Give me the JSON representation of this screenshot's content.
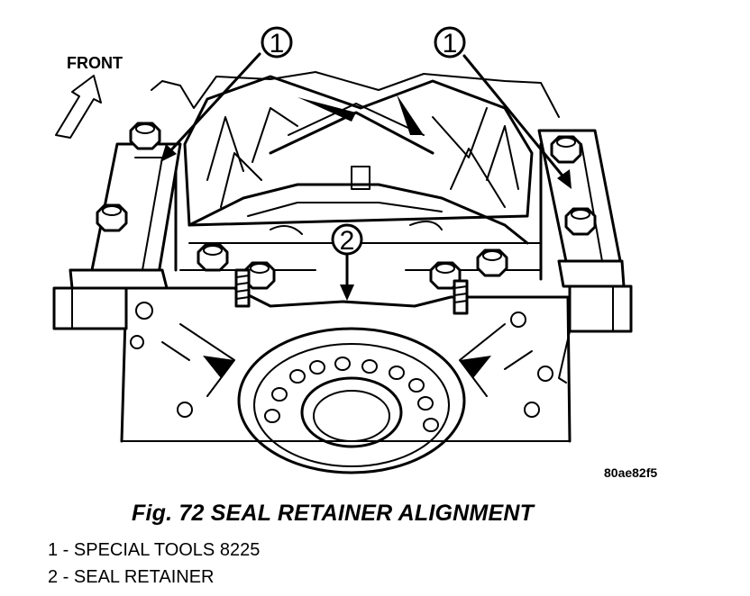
{
  "figure": {
    "caption": "Fig. 72 SEAL RETAINER ALIGNMENT",
    "image_id": "80ae82f5",
    "direction_label": "FRONT",
    "callouts": [
      {
        "number": "1"
      },
      {
        "number": "1"
      },
      {
        "number": "2"
      }
    ],
    "legend": [
      {
        "text": "1 - SPECIAL TOOLS 8225"
      },
      {
        "text": "2 - SEAL RETAINER"
      }
    ],
    "line_color": "#000000",
    "background_color": "#ffffff"
  }
}
